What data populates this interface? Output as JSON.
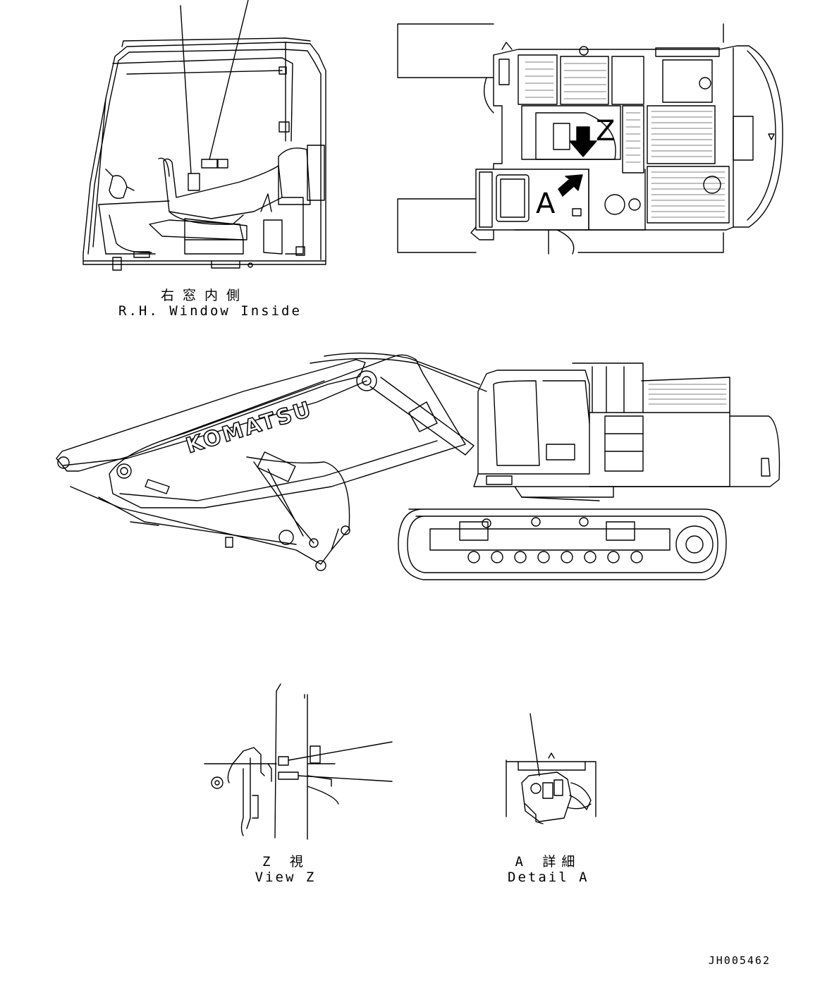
{
  "captions": {
    "cab_jp": "右窓内側",
    "cab_en": "R.H. Window Inside",
    "viewz_jp": "Z 視",
    "viewz_en": "View Z",
    "detaila_jp": "A 詳細",
    "detaila_en": "Detail A"
  },
  "markers": {
    "z": "Z",
    "a": "A"
  },
  "brand": "KOMATSU",
  "drawing_code": "JH005462",
  "colors": {
    "line": "#000000",
    "background": "#ffffff"
  }
}
